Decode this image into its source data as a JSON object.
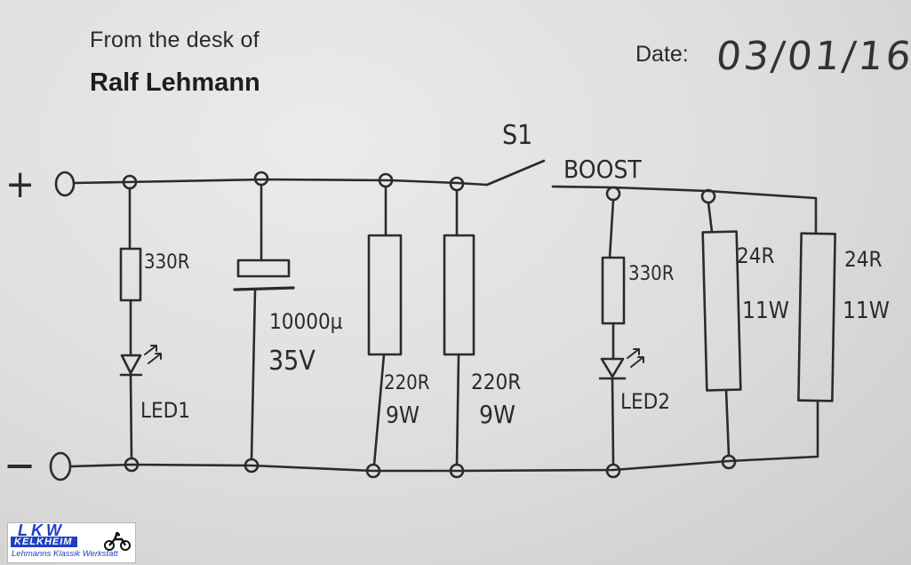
{
  "header": {
    "from_text": "From the desk of",
    "name": "Ralf Lehmann",
    "date_label": "Date:",
    "date_value": "03/01/16"
  },
  "terminals": {
    "plus": "+",
    "minus": "−"
  },
  "switch": {
    "label": "S1",
    "output_label": "BOOST"
  },
  "components": {
    "r1": "330R",
    "led1": "LED1",
    "cap_value": "10000µ",
    "cap_voltage": "35V",
    "r2_value": "220R",
    "r2_power": "9W",
    "r3_value": "220R",
    "r3_power": "9W",
    "r4": "330R",
    "led2": "LED2",
    "r5_value": "24R",
    "r5_power": "11W",
    "r6_value": "24R",
    "r6_power": "11W"
  },
  "logo": {
    "top": "LKW",
    "city": "KELKHEIM",
    "subtitle": "Lehmanns Klassik Werkstatt",
    "color": "#1f3fbf"
  }
}
